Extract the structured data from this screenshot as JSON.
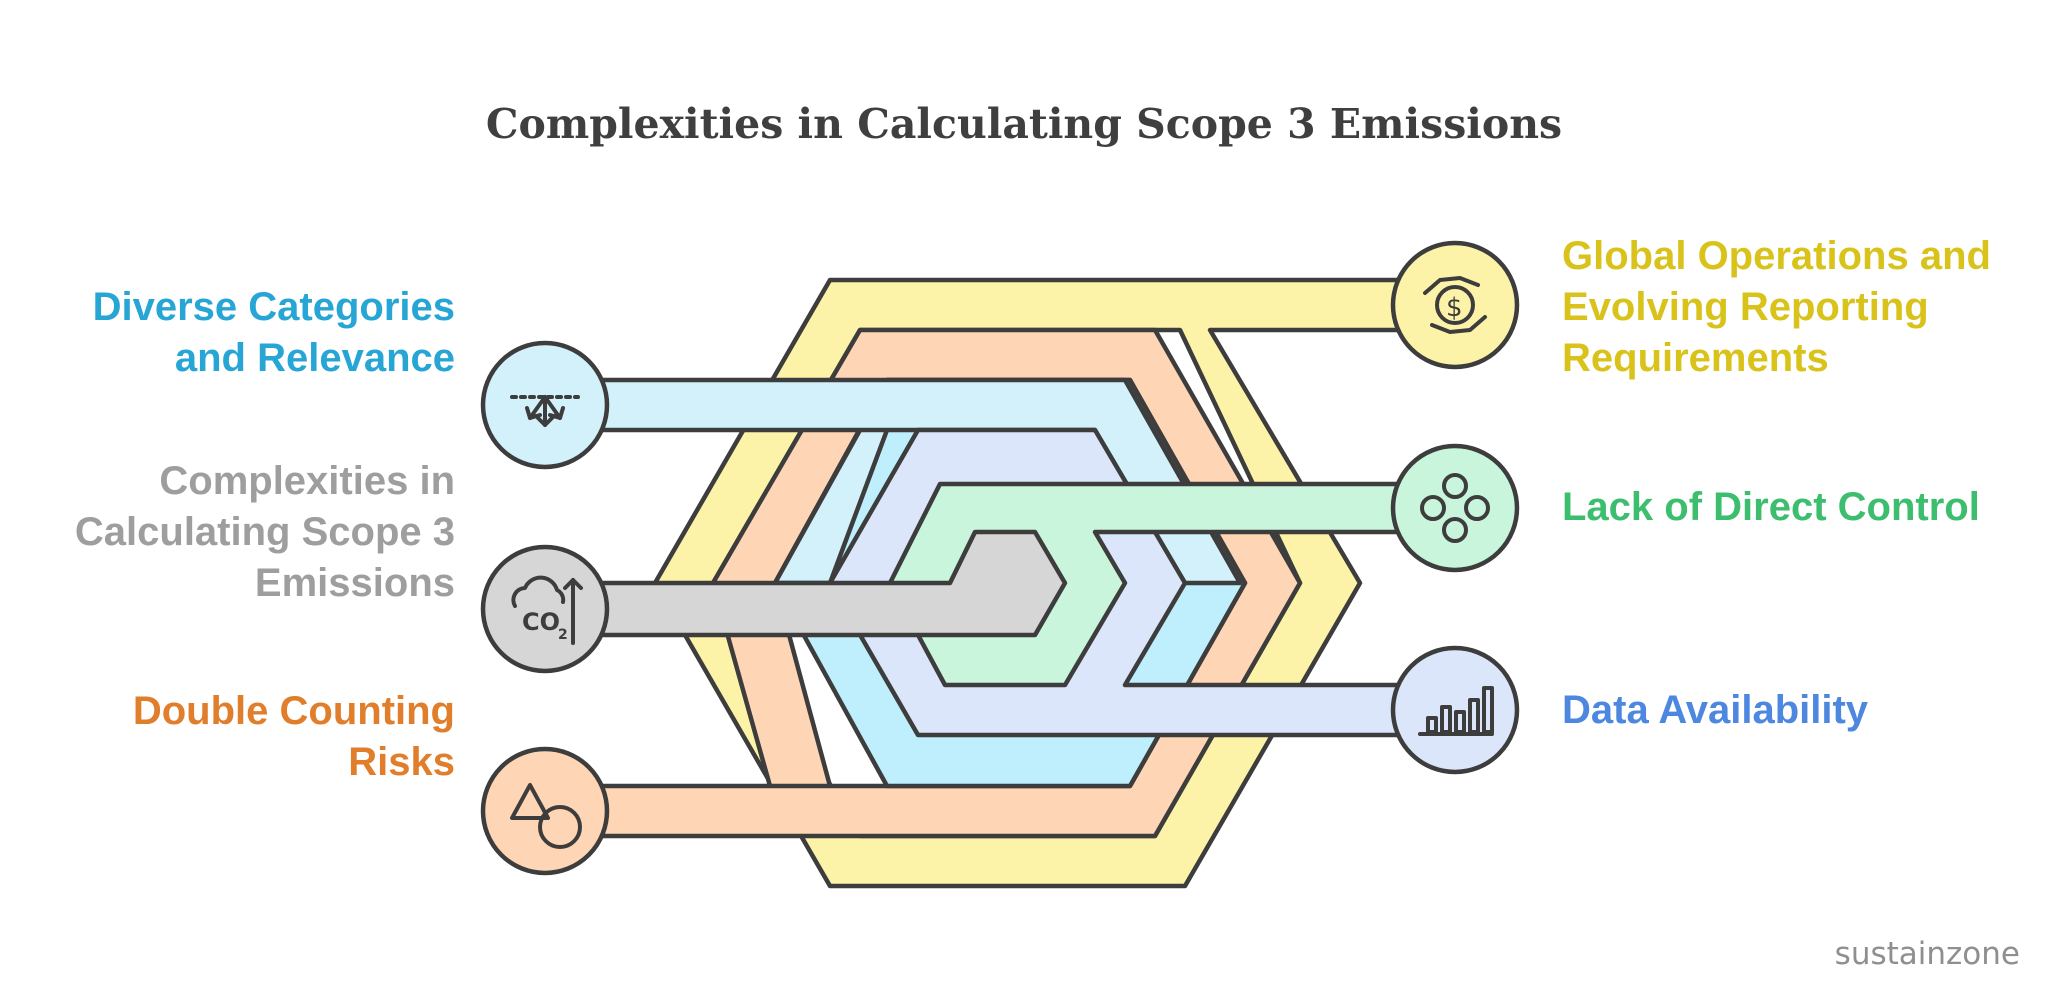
{
  "title": "Complexities in Calculating Scope 3 Emissions",
  "items": [
    {
      "key": "diverse",
      "label": "Diverse Categories and Relevance",
      "lines": [
        "Diverse Categories",
        "and Relevance"
      ],
      "color": "#27a6d6",
      "fill": "#d3f1fb",
      "icon": "move-arrows-icon"
    },
    {
      "key": "complexities",
      "label": "Complexities in Calculating Scope 3 Emissions",
      "lines": [
        "Complexities in",
        "Calculating Scope 3",
        "Emissions"
      ],
      "color": "#9e9e9e",
      "fill": "#d6d6d6",
      "icon": "co2-cloud-icon"
    },
    {
      "key": "double",
      "label": "Double Counting Risks",
      "lines": [
        "Double Counting",
        "Risks"
      ],
      "color": "#e07e2c",
      "fill": "#ffd6b5",
      "icon": "shapes-icon"
    },
    {
      "key": "global",
      "label": "Global Operations and Evolving Reporting Requirements",
      "lines": [
        "Global Operations and",
        "Evolving Reporting",
        "Requirements"
      ],
      "color": "#d9c31b",
      "fill": "#fdf3a8",
      "icon": "money-hands-icon"
    },
    {
      "key": "control",
      "label": "Lack of Direct Control",
      "lines": [
        "Lack of Direct Control"
      ],
      "color": "#3cbe6e",
      "fill": "#c8f5dc",
      "icon": "four-circles-icon"
    },
    {
      "key": "data",
      "label": "Data Availability",
      "lines": [
        "Data Availability"
      ],
      "color": "#4e87e0",
      "fill": "#dbe6fb",
      "icon": "bar-chart-icon"
    }
  ],
  "watermark": "sustainzone"
}
